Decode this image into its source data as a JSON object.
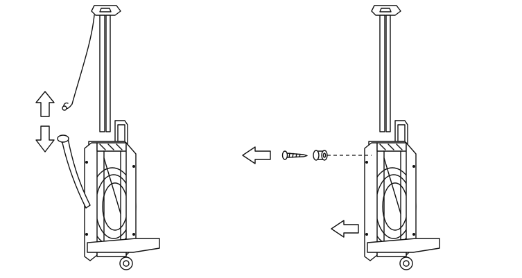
{
  "figure": {
    "left_panel": {
      "up_arrow": "up-arrow-icon",
      "down_arrow": "down-arrow-icon",
      "parts": [
        "pole",
        "cable-with-hook",
        "hose",
        "reel-housing"
      ]
    },
    "right_panel": {
      "left_arrows": [
        "left-arrow-icon",
        "left-arrow-icon"
      ],
      "parts": [
        "pole",
        "screw",
        "spacer",
        "reel-housing"
      ]
    },
    "line_color": "#111111",
    "background": "#ffffff"
  }
}
